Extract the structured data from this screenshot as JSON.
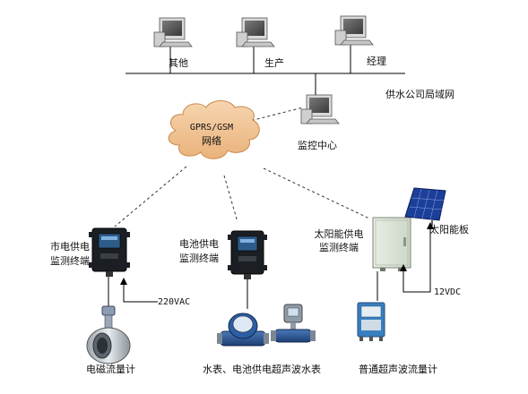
{
  "network": {
    "pc_labels": [
      "其他",
      "生产",
      "经理"
    ],
    "lan_label": "供水公司局域网",
    "monitor_center": "监控中心"
  },
  "cloud": {
    "line1": "GPRS/GSM",
    "line2": "网络"
  },
  "terminals": {
    "city": {
      "line1": "市电供电",
      "line2": "监测终端"
    },
    "battery": {
      "line1": "电池供电",
      "line2": "监测终端"
    },
    "solar": {
      "line1": "太阳能供电",
      "line2": "监测终端"
    }
  },
  "solar_panel": "太阳能板",
  "power": {
    "ac": "220VAC",
    "dc": "12VDC"
  },
  "meters": {
    "electromagnetic": "电磁流量计",
    "water": "水表、电池供电超声波水表",
    "ultrasonic": "普通超声波流量计"
  }
}
